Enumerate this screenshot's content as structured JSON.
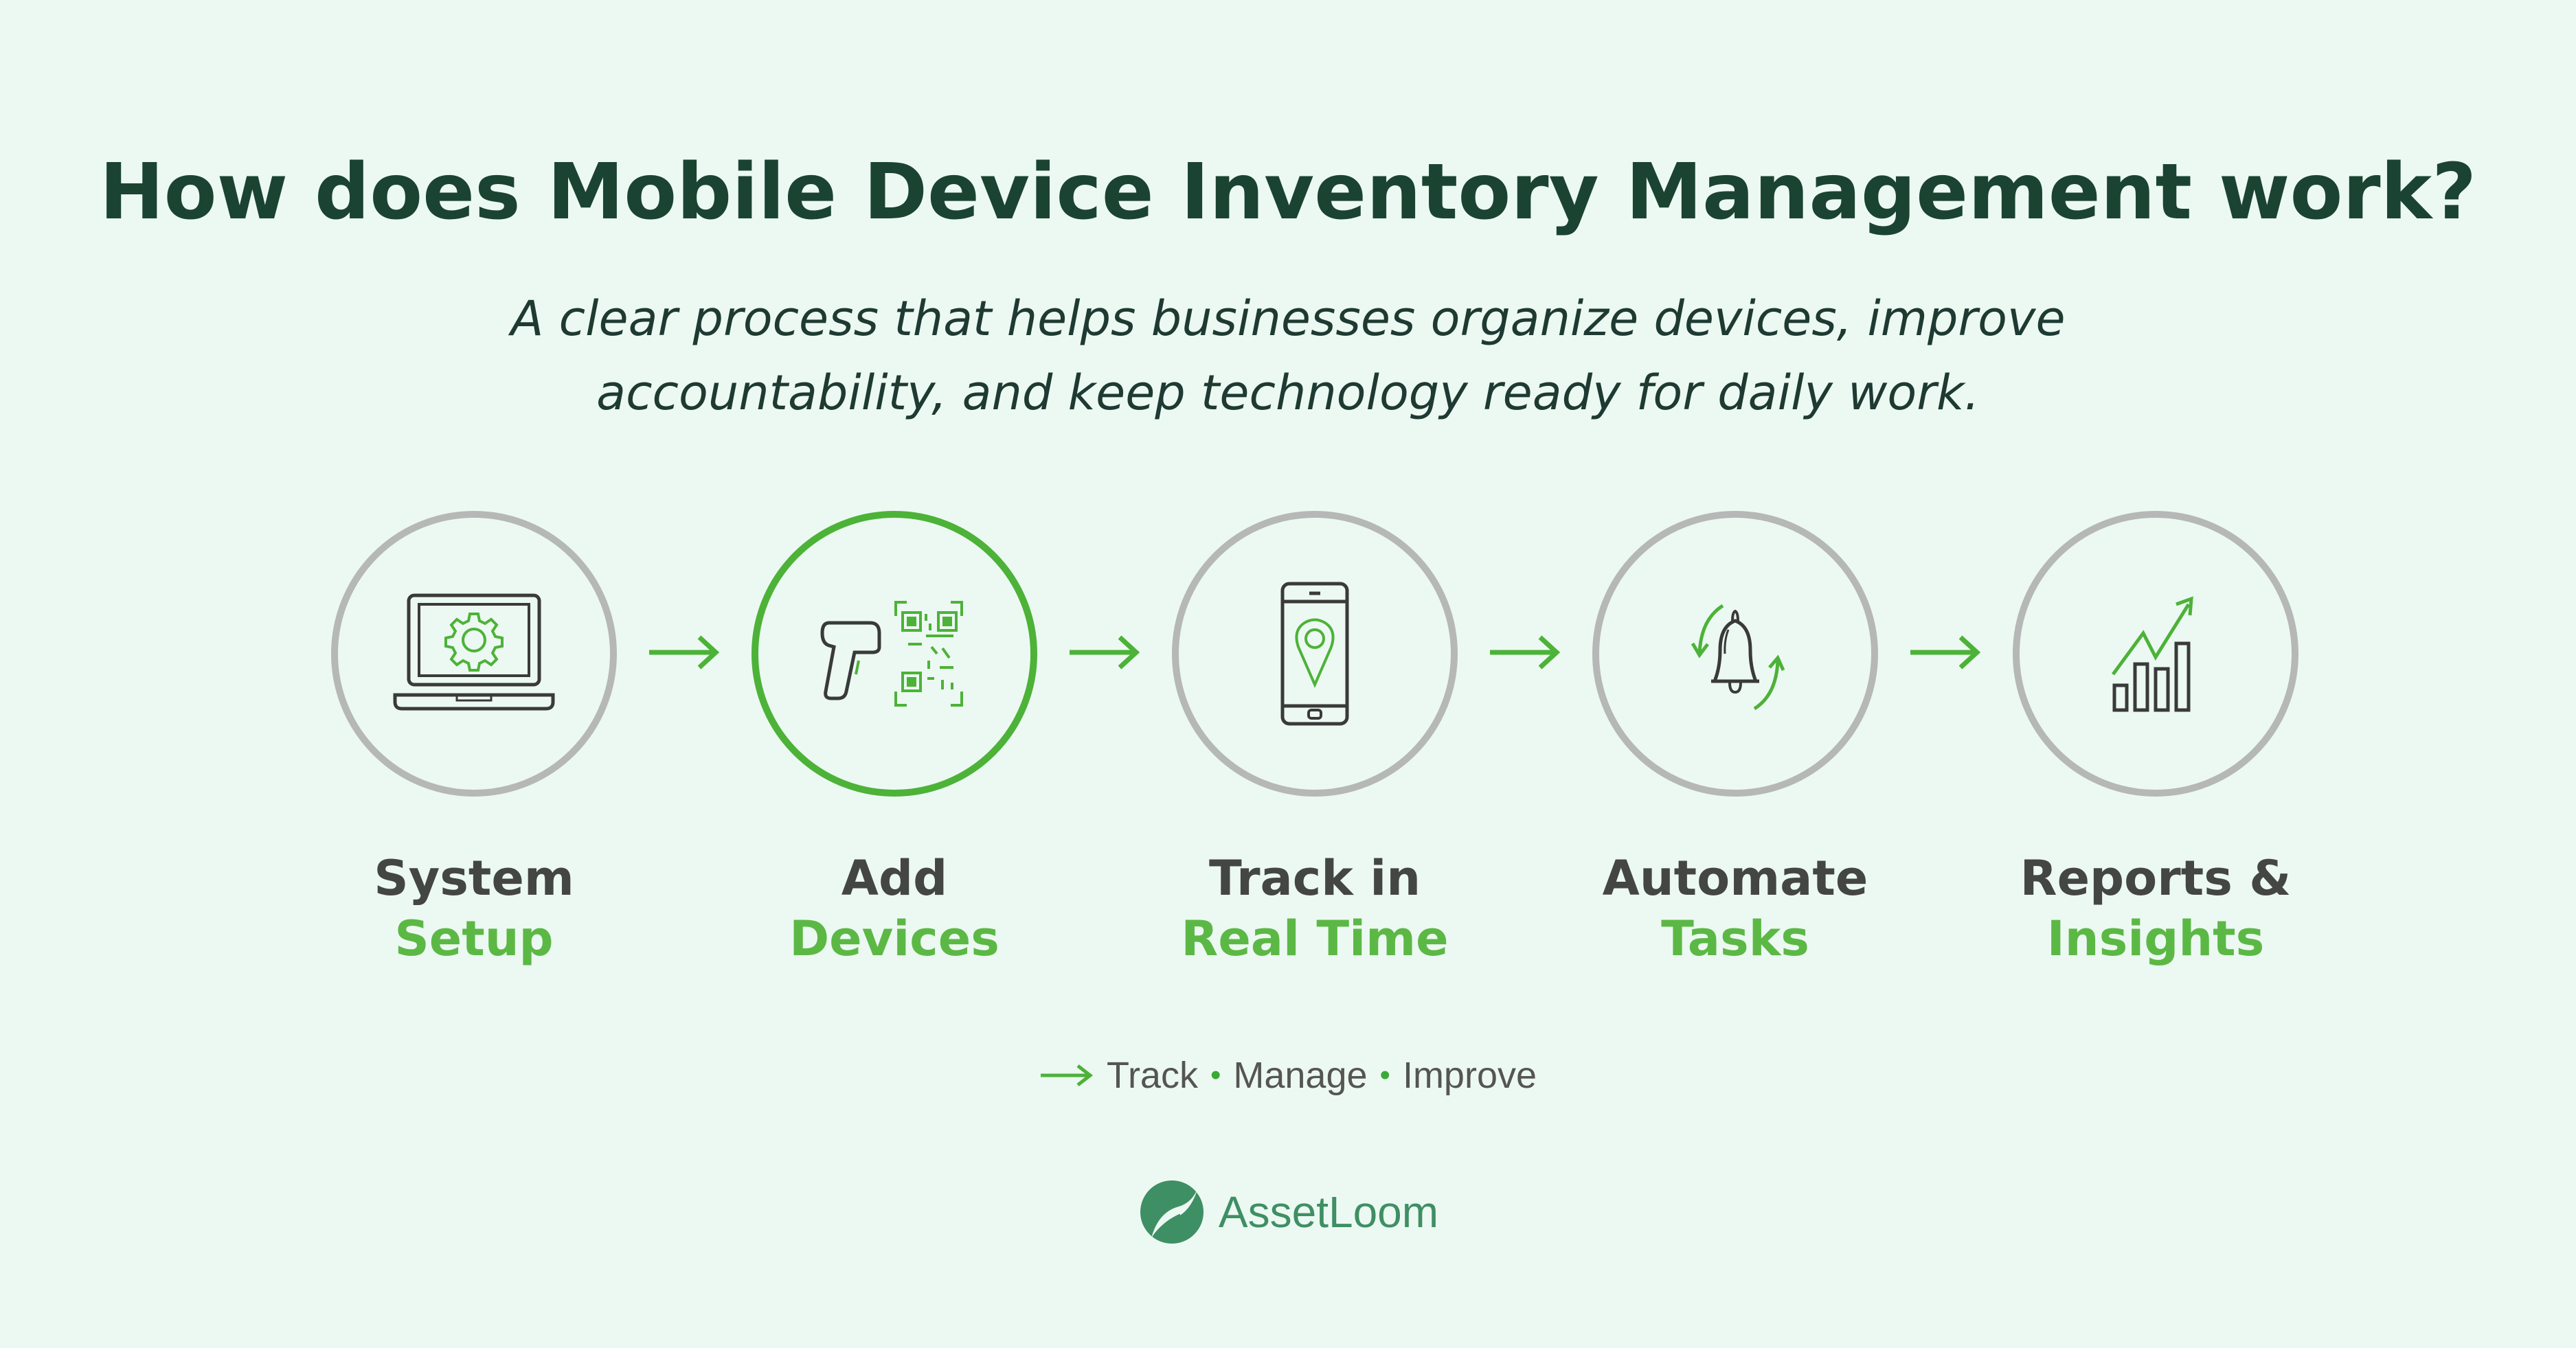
{
  "header": {
    "title": "How does Mobile Device Inventory Management work?",
    "subtitle_line1": "A clear process that helps businesses organize devices, improve",
    "subtitle_line2": "accountability, and keep technology ready for daily work."
  },
  "steps": [
    {
      "line1": "System",
      "line2": "Setup",
      "icon": "laptop-gear-icon",
      "active": false
    },
    {
      "line1": "Add",
      "line2": "Devices",
      "icon": "barcode-scanner-qr-icon",
      "active": true
    },
    {
      "line1": "Track in",
      "line2": "Real Time",
      "icon": "phone-location-pin-icon",
      "active": false
    },
    {
      "line1": "Automate",
      "line2": "Tasks",
      "icon": "bell-refresh-icon",
      "active": false
    },
    {
      "line1": "Reports &",
      "line2": "Insights",
      "icon": "growth-chart-icon",
      "active": false
    }
  ],
  "tagline": {
    "items": [
      "Track",
      "Manage",
      "Improve"
    ],
    "separator": "•"
  },
  "brand": {
    "name": "AssetLoom"
  },
  "colors": {
    "background": "#ecf9f2",
    "title": "#1b4332",
    "accent_green": "#4db238",
    "label_green": "#5cb845",
    "circle_gray": "#b5b8b6",
    "icon_dark": "#3a3a3a",
    "brand_green": "#3f8f64"
  }
}
